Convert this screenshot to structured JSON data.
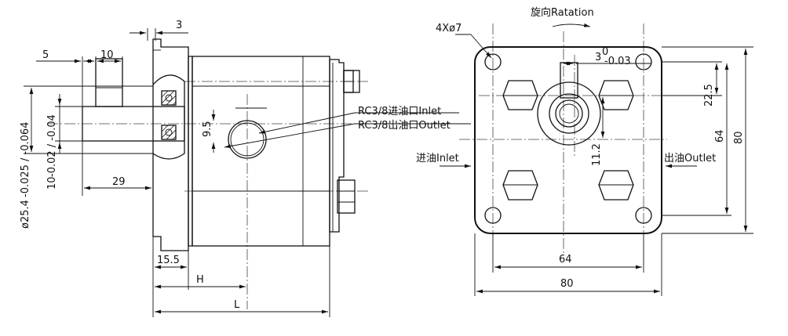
{
  "side_view": {
    "dims": {
      "d3": "3",
      "d5": "5",
      "d10": "10",
      "d29": "29",
      "d9_5": "9.5",
      "d15_5": "15.5",
      "dH": "H",
      "dL": "L",
      "d25_4_base": "ø25.4",
      "d25_4_tol": "-0.025 / -0.064",
      "d10_base": "10",
      "d10_tol": "-0.02 / -0.04"
    },
    "port_inlet": "RC3/8进油口Inlet",
    "port_outlet": "RC3/8出油口Outlet"
  },
  "front_view": {
    "rotation": "旋向Ratation",
    "holes": "4Xø7",
    "offset": "3",
    "offset_sup": "0",
    "offset_sub": "-0.03",
    "inlet": "进油Inlet",
    "outlet": "出油Outlet",
    "dims": {
      "d22_5": "22.5",
      "d11_2": "11.2",
      "d64v": "64",
      "d80v": "80",
      "d64h": "64",
      "d80h": "80"
    }
  }
}
